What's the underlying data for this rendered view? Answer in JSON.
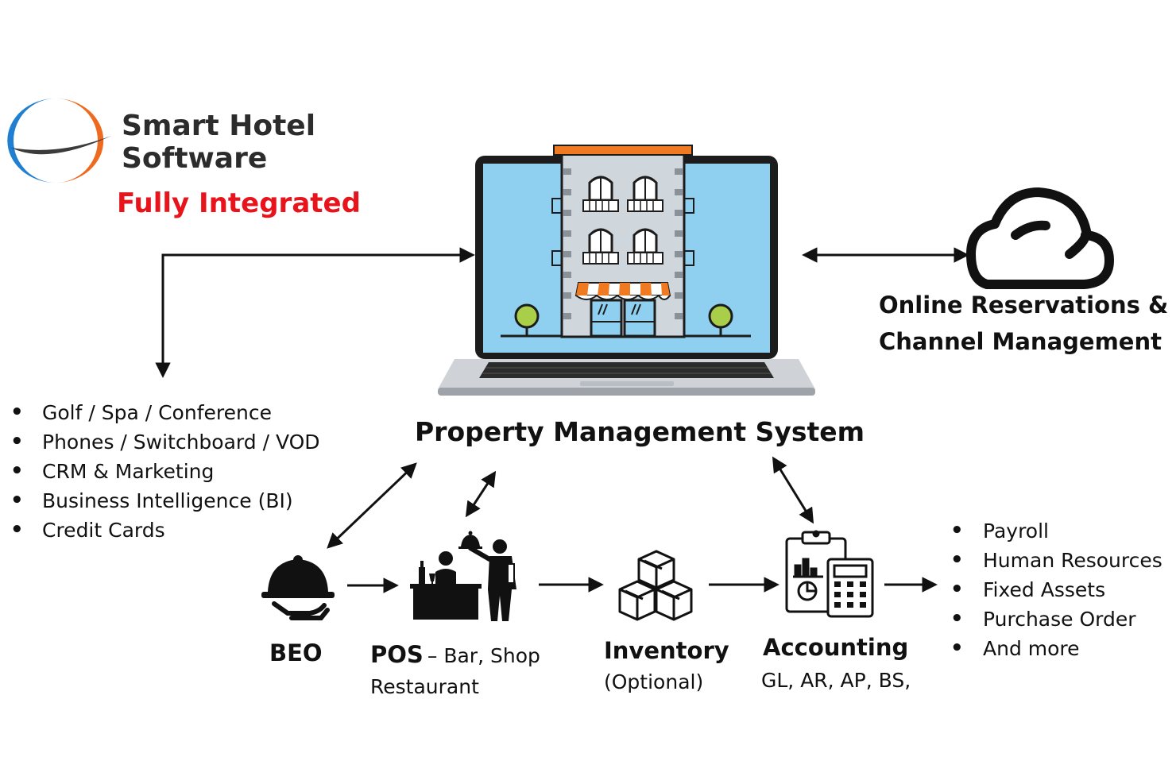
{
  "brand": {
    "name_line1": "Smart Hotel",
    "name_line2": "Software",
    "tagline": "Fully Integrated",
    "colors": {
      "blue": "#1f7fd0",
      "orange": "#ee6a1f",
      "swoosh": "#3b3b3b",
      "tagline": "#e8141b"
    }
  },
  "center": {
    "label": "Property Management System",
    "icon": "laptop-hotel-icon",
    "colors": {
      "screen": "#8fd0f0",
      "awning": "#f07a22"
    }
  },
  "cloud": {
    "icon": "cloud-icon",
    "label_line1": "Online Reservations &",
    "label_line2": "Channel Management"
  },
  "left_list": [
    {
      "label": "Golf / Spa / Conference"
    },
    {
      "label": "Phones / Switchboard / VOD"
    },
    {
      "label": "CRM & Marketing"
    },
    {
      "label": "Business Intelligence (BI)"
    },
    {
      "label": "Credit Cards"
    }
  ],
  "modules": {
    "beo": {
      "title": "BEO",
      "icon": "cloche-icon"
    },
    "pos": {
      "title": "POS",
      "sub_inline": "– Bar, Shop",
      "sub_line2": "Restaurant",
      "icon": "waiter-restaurant-icon"
    },
    "inventory": {
      "title": "Inventory",
      "sub": "(Optional)",
      "icon": "boxes-icon"
    },
    "accounting": {
      "title": "Accounting",
      "sub": "GL, AR, AP, BS,",
      "icon": "clipboard-calculator-icon"
    }
  },
  "right_list": [
    {
      "label": "Payroll"
    },
    {
      "label": "Human Resources"
    },
    {
      "label": "Fixed Assets"
    },
    {
      "label": "Purchase Order"
    },
    {
      "label": "And more"
    }
  ]
}
